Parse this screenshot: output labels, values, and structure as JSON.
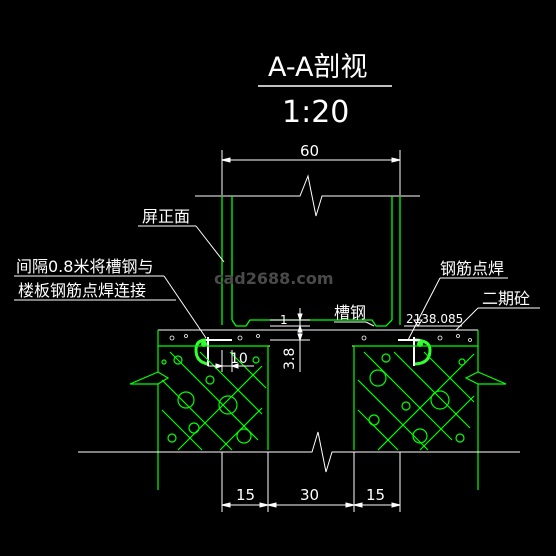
{
  "title": "A-A剖视",
  "scale": "1:20",
  "dimensions": {
    "top_width": "60",
    "gap_10": "10",
    "dim_1": "1",
    "dim_3_8": "3.8",
    "bottom_left": "15",
    "bottom_mid": "30",
    "bottom_right": "15"
  },
  "labels": {
    "screen_face": "屏正面",
    "spacing_note_line1": "间隔0.8米将槽钢与",
    "spacing_note_line2": "楼板钢筋点焊连接",
    "channel_steel": "槽钢",
    "elevation": "2138.085",
    "rebar_weld": "钢筋点焊",
    "second_pour": "二期砼"
  },
  "watermark": "cad2688.com",
  "colors": {
    "background": "#000000",
    "line_white": "#ffffff",
    "structure_green": "#00ff00",
    "weld_bright_green": "#33ff33",
    "text_white": "#ffffff",
    "watermark_gray": "#4a4a4a"
  }
}
